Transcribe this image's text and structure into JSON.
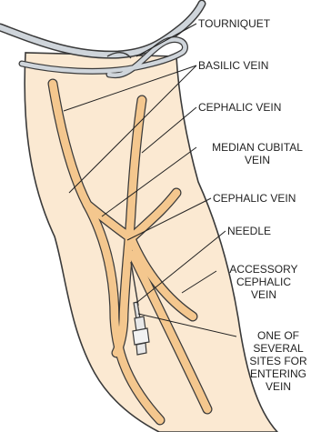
{
  "labels": {
    "tourniquet": "TOURNIQUET",
    "basilic_vein": "BASILIC VEIN",
    "cephalic_vein_upper": "CEPHALIC VEIN",
    "median_cubital_vein_line1": "MEDIAN CUBITAL",
    "median_cubital_vein_line2": "VEIN",
    "cephalic_vein_lower": "CEPHALIC VEIN",
    "needle": "NEEDLE",
    "accessory_cephalic_line1": "ACCESSORY",
    "accessory_cephalic_line2": "CEPHALIC",
    "accessory_cephalic_line3": "VEIN",
    "entry_sites_line1": "ONE OF",
    "entry_sites_line2": "SEVERAL",
    "entry_sites_line3": "SITES FOR",
    "entry_sites_line4": "ENTERING",
    "entry_sites_line5": "VEIN"
  },
  "colors": {
    "skin": "#fbe9d2",
    "vein": "#f4c78e",
    "outline": "#3a3a3a",
    "tourniquet": "#cfd5db"
  }
}
